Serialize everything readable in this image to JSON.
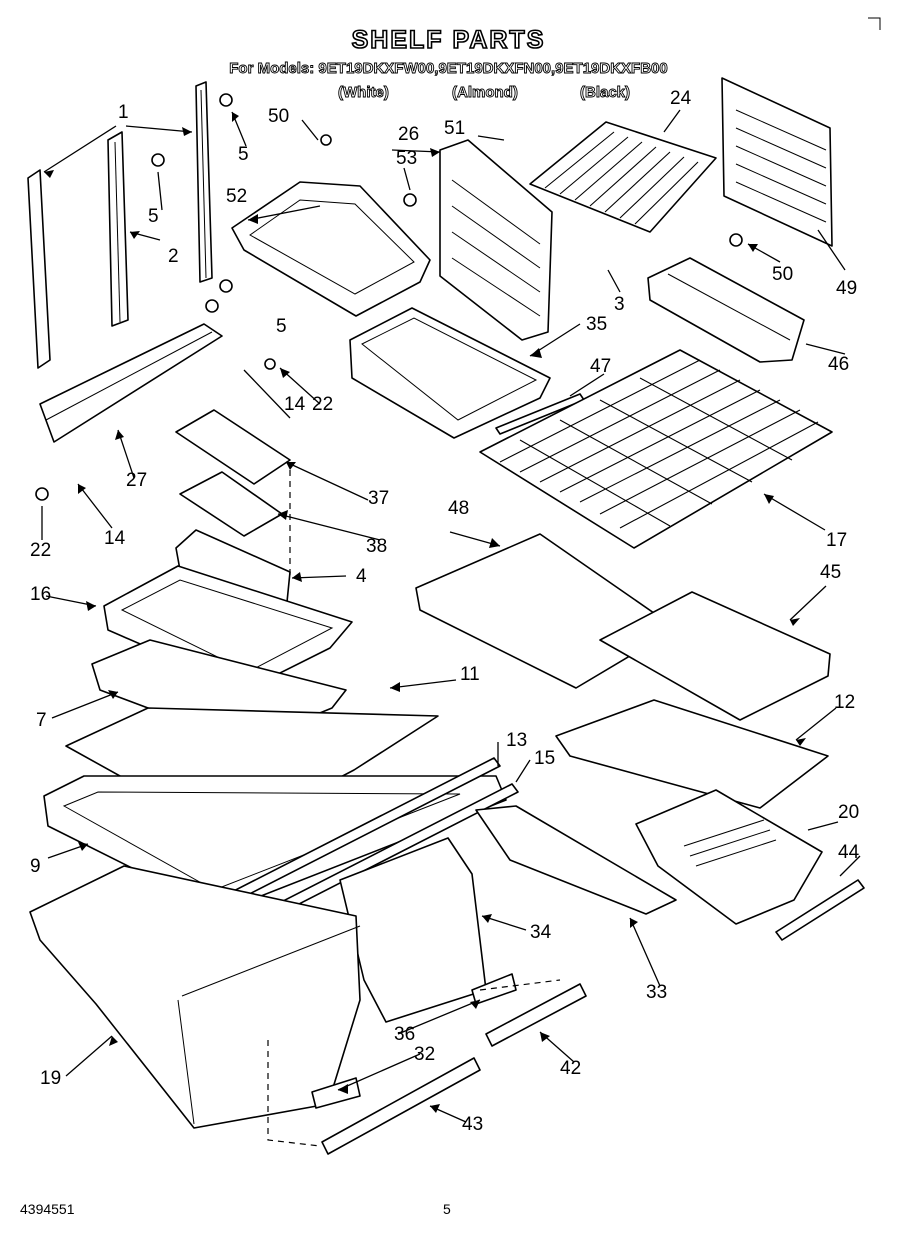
{
  "diagram": {
    "title": "SHELF PARTS",
    "models_line": "For Models: 9ET19DKXFW00,9ET19DKXFN00,9ET19DKXFB00",
    "colors": [
      "(White)",
      "(Almond)",
      "(Black)"
    ],
    "doc_number": "4394551",
    "page_number": "5",
    "part_callouts": [
      "1",
      "2",
      "5",
      "5",
      "5",
      "50",
      "26",
      "51",
      "53",
      "52",
      "24",
      "49",
      "50",
      "3",
      "46",
      "35",
      "47",
      "14",
      "22",
      "27",
      "14",
      "22",
      "37",
      "38",
      "4",
      "16",
      "48",
      "17",
      "45",
      "7",
      "11",
      "12",
      "13",
      "15",
      "9",
      "20",
      "44",
      "34",
      "33",
      "36",
      "32",
      "42",
      "19",
      "43"
    ]
  }
}
